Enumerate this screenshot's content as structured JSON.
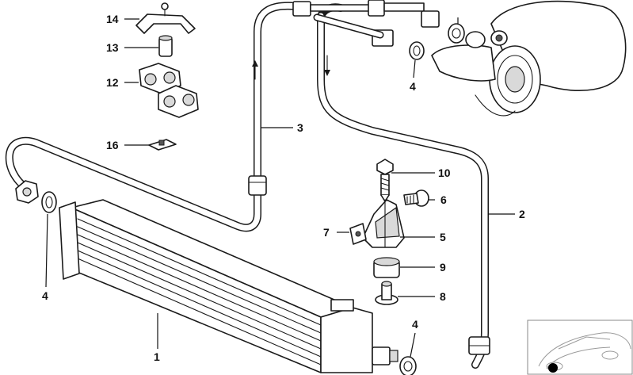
{
  "callouts": {
    "c1": "1",
    "c2": "2",
    "c3": "3",
    "c4a": "4",
    "c4b": "4",
    "c4c": "4",
    "c5": "5",
    "c6": "6",
    "c7": "7",
    "c8": "8",
    "c9": "9",
    "c10": "10",
    "c12": "12",
    "c13": "13",
    "c14": "14",
    "c16": "16"
  },
  "colors": {
    "ink": "#111111",
    "fill": "#ffffff",
    "shade": "#d9d9d9",
    "dark": "#555555",
    "locator_dot": "#000000"
  }
}
